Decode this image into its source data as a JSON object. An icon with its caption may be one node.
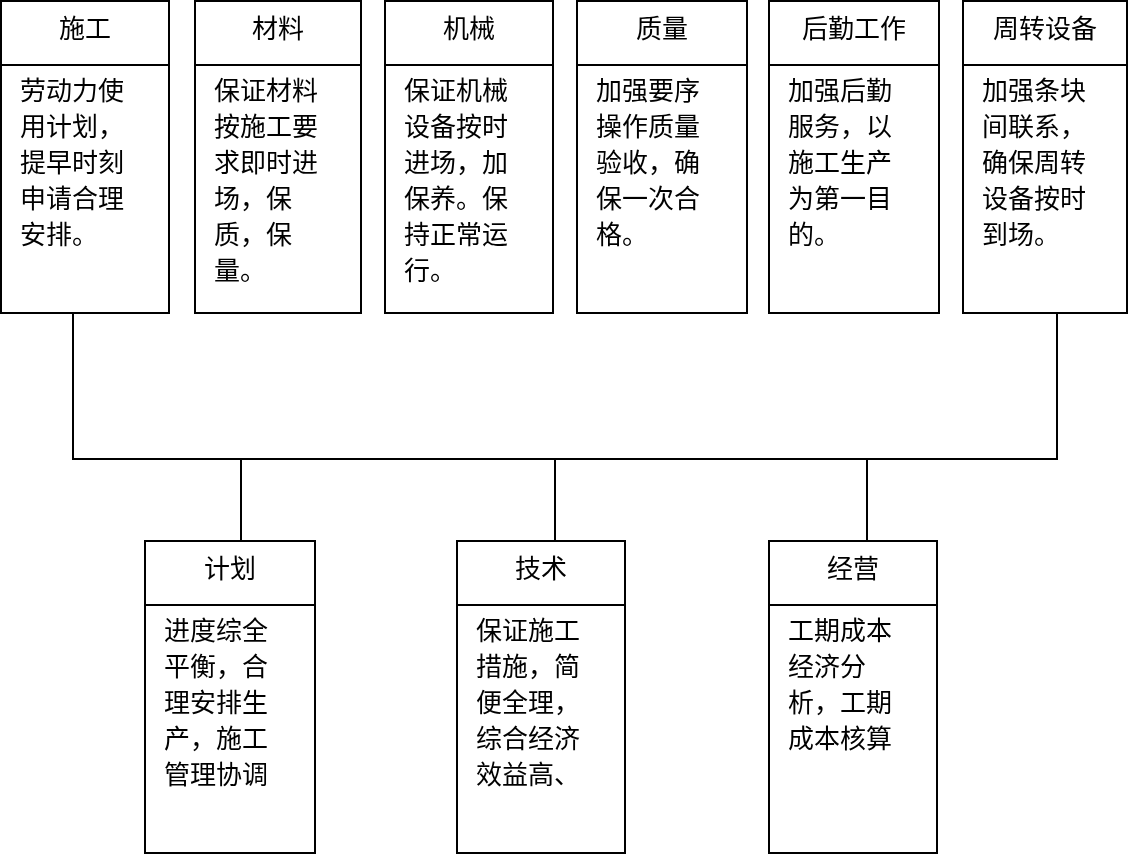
{
  "diagram": {
    "nodes": [
      {
        "text": [
          "施工",
          "劳动力使用计划，提早时刻申请合理安排。"
        ]
      },
      {
        "text": [
          "材料",
          "保证材料按施工要求即时进场，保质，保量。"
        ]
      },
      {
        "text": [
          "机械",
          "保证机械设备按时进场，加保养。保持正常运行。"
        ]
      },
      {
        "text": [
          "质量",
          "加强要序操作质量验收，确保一次合格。"
        ]
      },
      {
        "text": [
          "后勤工作",
          "加强后勤服务，以施工生产为第一目的。"
        ]
      },
      {
        "text": [
          "周转设备",
          "加强条块间联系，确保周转设备按时到场。"
        ]
      },
      {
        "text": [
          "计划",
          "进度综全平衡，合理安排生产，施工管理协调"
        ]
      },
      {
        "text": [
          "技术",
          "保证施工措施，简便全理，综合经济效益高、"
        ]
      },
      {
        "text": [
          "经营",
          "工期成本经济分析，工期成本核算"
        ]
      }
    ],
    "edges": [
      {
        "from": 0,
        "to": 6,
        "arrow": "none"
      },
      {
        "from": 0,
        "to": 7,
        "arrow": "none"
      },
      {
        "from": 0,
        "to": 8,
        "arrow": "none"
      },
      {
        "from": 5,
        "to": 6,
        "arrow": "none"
      },
      {
        "from": 5,
        "to": 7,
        "arrow": "none"
      },
      {
        "from": 5,
        "to": 8,
        "arrow": "none"
      }
    ]
  }
}
